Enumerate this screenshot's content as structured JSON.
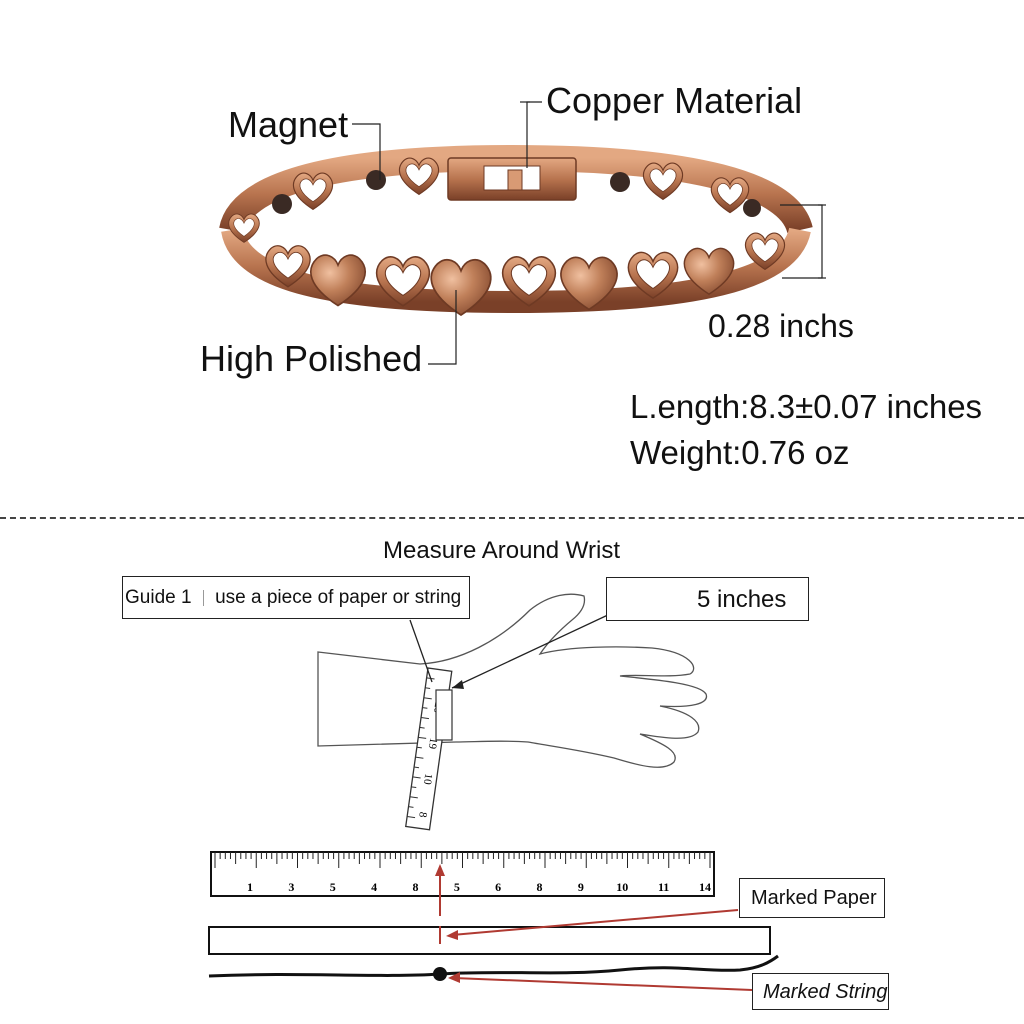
{
  "product": {
    "labels": {
      "magnet": "Magnet",
      "copper": "Copper Material",
      "width": "0.28 inchs",
      "polished": "High Polished"
    },
    "specs": {
      "length": "L.ength:8.3±0.07 inches",
      "weight": "Weight:0.76 oz"
    },
    "colors": {
      "copper": "#b8744f",
      "copper_dark": "#7a4028",
      "magnet": "#3a2a24"
    }
  },
  "guide": {
    "title": "Measure Around Wrist",
    "step1": "Guide 1",
    "step1_text": "use  a    piece of paper or string",
    "measurement": "5 inches",
    "tape_numbers": [
      "8",
      "10",
      "19",
      "20"
    ],
    "ruler_numbers": [
      "1",
      "3",
      "5",
      "4",
      "8",
      "5",
      "6",
      "8",
      "9",
      "10",
      "11",
      "14"
    ],
    "marked_paper": "Marked Paper",
    "marked_string": "Marked String",
    "colors": {
      "arrow": "#b03a32"
    }
  }
}
